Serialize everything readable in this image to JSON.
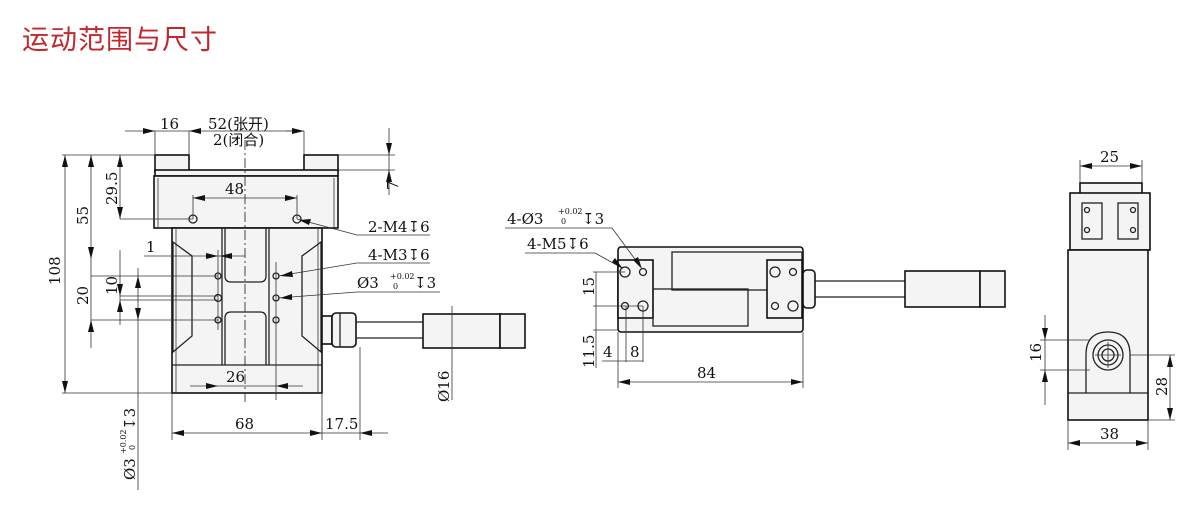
{
  "title": "运动范围与尺寸",
  "front_view": {
    "dim_jaw_width": "16",
    "dim_stroke_open": "52(张开)",
    "dim_stroke_closed": "2(闭合)",
    "dim_jaw_height": "7",
    "dim_hole_offset": "29.5",
    "dim_upper": "55",
    "dim_total_height": "108",
    "dim_hole_spacing": "48",
    "callout_m4": "2-M4↧6",
    "dim_offset": "1",
    "callout_m3": "4-M3↧6",
    "callout_pin": "Ø3",
    "callout_pin_tol_upper": "+0.02",
    "callout_pin_tol_lower": "0",
    "callout_pin_depth": "↧3",
    "dim_20": "20",
    "dim_10": "10",
    "dim_26": "26",
    "dim_width": "68",
    "dim_connector": "17.5",
    "dim_cable_dia": "Ø16",
    "vert_pin": "Ø3",
    "vert_pin_tol_upper": "+0.02",
    "vert_pin_tol_lower": "0",
    "vert_pin_depth": "↧3"
  },
  "side_view": {
    "callout_pin": "4-Ø3",
    "callout_pin_tol_upper": "+0.02",
    "callout_pin_tol_lower": "0",
    "callout_pin_depth": "↧3",
    "callout_m5": "4-M5↧6",
    "dim_15": "15",
    "dim_11_5": "11.5",
    "dim_4": "4",
    "dim_8": "8",
    "dim_length": "84"
  },
  "end_view": {
    "dim_top": "25",
    "dim_16": "16",
    "dim_28": "28",
    "dim_width": "38"
  }
}
